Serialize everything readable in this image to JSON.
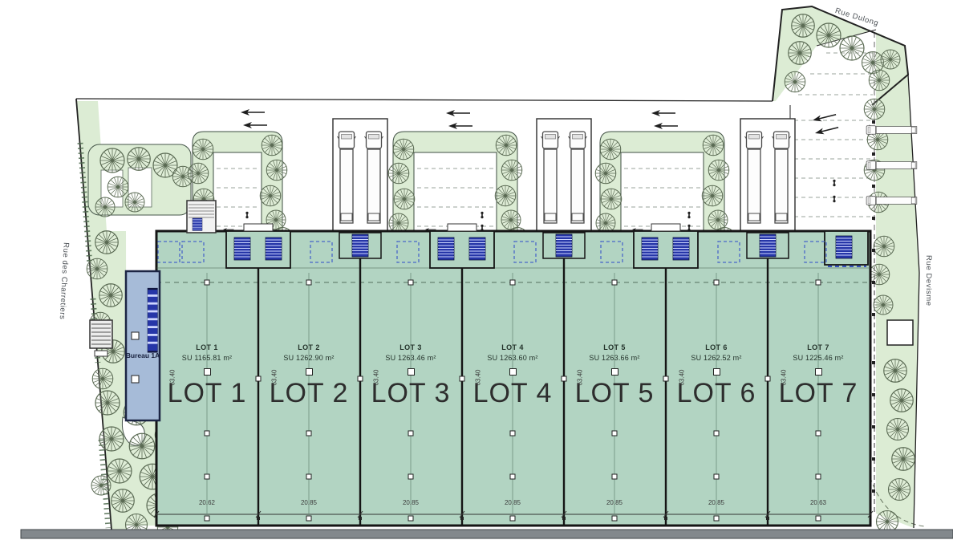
{
  "streets": {
    "top": "Rue Dulong",
    "left": "Rue des Charretiers",
    "right": "Rue Devisme"
  },
  "bureau": {
    "label": "Bureau 1A"
  },
  "lots": [
    {
      "name": "LOT 1",
      "su": "SU 1165.81 m²",
      "big": "LOT 1",
      "width": "20.62",
      "depth": "63.40"
    },
    {
      "name": "LOT 2",
      "su": "SU 1262.90 m²",
      "big": "LOT 2",
      "width": "20.85",
      "depth": "63.40"
    },
    {
      "name": "LOT 3",
      "su": "SU 1263.46 m²",
      "big": "LOT 3",
      "width": "20.85",
      "depth": "63.40"
    },
    {
      "name": "LOT 4",
      "su": "SU 1263.60 m²",
      "big": "LOT 4",
      "width": "20.85",
      "depth": "63.40"
    },
    {
      "name": "LOT 5",
      "su": "SU 1263.66 m²",
      "big": "LOT 5",
      "width": "20.85",
      "depth": "63.40"
    },
    {
      "name": "LOT 6",
      "su": "SU 1262.52 m²",
      "big": "LOT 6",
      "width": "20.85",
      "depth": "63.40"
    },
    {
      "name": "LOT 7",
      "su": "SU 1225.46 m²",
      "big": "LOT 7",
      "width": "20.63",
      "depth": "63.40"
    }
  ],
  "colors": {
    "hall_fill": "#b2d4c2",
    "landscape_fill": "#dcecd4",
    "bureau_fill": "#a6bbd8",
    "stair_blue": "#2636a8",
    "reserved_dash_blue": "#4a67c8",
    "wall_black": "#151515"
  }
}
